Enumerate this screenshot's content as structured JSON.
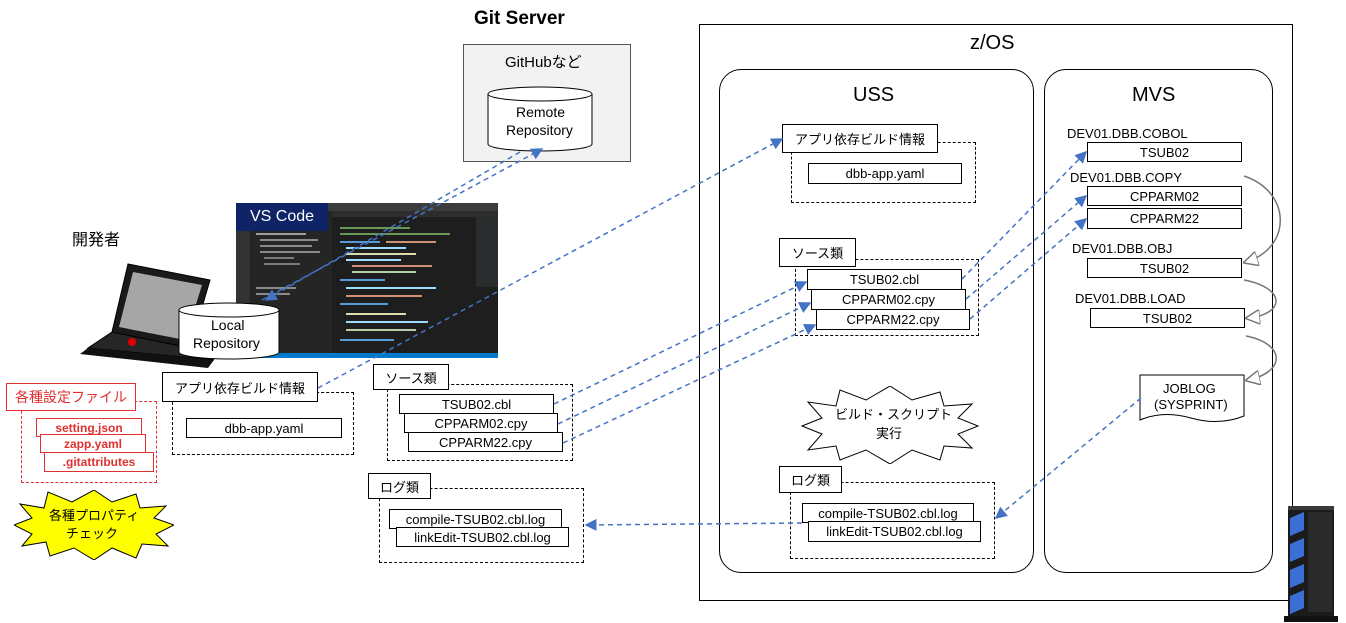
{
  "git_server": {
    "title": "Git Server",
    "provider": "GitHubなど",
    "remote_repo": [
      "Remote",
      "Repository"
    ]
  },
  "vscode": {
    "title": "VS Code"
  },
  "developer": {
    "label": "開発者",
    "local_repo": [
      "Local",
      "Repository"
    ]
  },
  "client": {
    "app_build_info": {
      "title": "アプリ依存ビルド情報",
      "file": "dbb-app.yaml"
    },
    "sources": {
      "title": "ソース類",
      "files": [
        "TSUB02.cbl",
        "CPPARM02.cpy",
        "CPPARM22.cpy"
      ]
    },
    "logs": {
      "title": "ログ類",
      "files": [
        "compile-TSUB02.cbl.log",
        "linkEdit-TSUB02.cbl.log"
      ]
    },
    "settings": {
      "title": "各種設定ファイル",
      "files": [
        "setting.json",
        "zapp.yaml",
        ".gitattributes"
      ]
    },
    "property_check": [
      "各種プロパティ",
      "チェック"
    ]
  },
  "zos": {
    "title": "z/OS",
    "uss": {
      "title": "USS",
      "app_build_info": {
        "title": "アプリ依存ビルド情報",
        "file": "dbb-app.yaml"
      },
      "sources": {
        "title": "ソース類",
        "files": [
          "TSUB02.cbl",
          "CPPARM02.cpy",
          "CPPARM22.cpy"
        ]
      },
      "build_script": [
        "ビルド・スクリプト",
        "実行"
      ],
      "logs": {
        "title": "ログ類",
        "files": [
          "compile-TSUB02.cbl.log",
          "linkEdit-TSUB02.cbl.log"
        ]
      }
    },
    "mvs": {
      "title": "MVS",
      "datasets": [
        {
          "name": "DEV01.DBB.COBOL",
          "members": [
            "TSUB02"
          ]
        },
        {
          "name": "DEV01.DBB.COPY",
          "members": [
            "CPPARM02",
            "CPPARM22"
          ]
        },
        {
          "name": "DEV01.DBB.OBJ",
          "members": [
            "TSUB02"
          ]
        },
        {
          "name": "DEV01.DBB.LOAD",
          "members": [
            "TSUB02"
          ]
        }
      ],
      "joblog": [
        "JOBLOG",
        "(SYSPRINT)"
      ]
    }
  },
  "colors": {
    "arrow": "#4472c4",
    "settings_red": "#e03030",
    "burst_yellow": "#ffff00",
    "server_box": "#f2f2f2",
    "vscode_title_bg": "#0f2466"
  }
}
